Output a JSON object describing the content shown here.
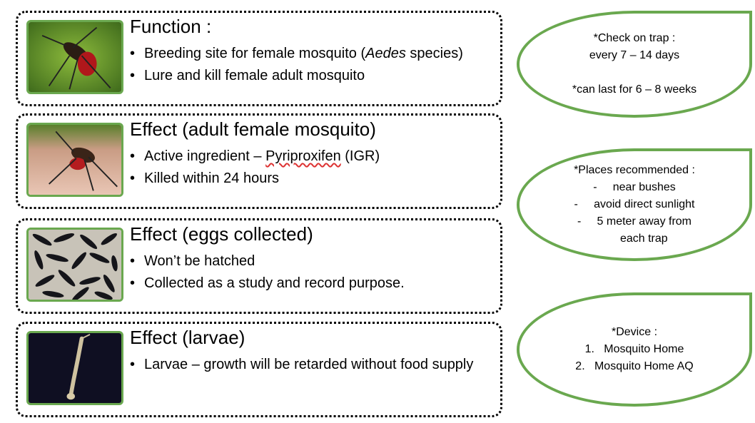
{
  "cards": [
    {
      "title": "Function :",
      "bullets": [
        {
          "pre": "Breeding site for female mosquito (",
          "italic": "Aedes",
          "post": " species)"
        },
        {
          "text": "Lure and kill female adult mosquito"
        }
      ],
      "image_icon": "mosquito-on-leaf-photo"
    },
    {
      "title": "Effect (adult female mosquito)",
      "bullets": [
        {
          "pre": "Active ingredient – ",
          "squiggle": "Pyriproxifen",
          "post": " (IGR)"
        },
        {
          "text": "Killed within 24 hours"
        }
      ],
      "image_icon": "mosquito-on-skin-photo"
    },
    {
      "title": "Effect (eggs collected)",
      "bullets": [
        {
          "text": "Won’t be hatched"
        },
        {
          "text": "Collected as a study and record purpose."
        }
      ],
      "image_icon": "mosquito-eggs-photo"
    },
    {
      "title": "Effect (larvae)",
      "bullets": [
        {
          "text": "Larvae – growth will be retarded without food supply"
        }
      ],
      "image_icon": "mosquito-larva-photo"
    }
  ],
  "leaves": [
    {
      "lines": [
        "*Check on trap :",
        "every 7 – 14 days",
        "",
        "*can last for 6 – 8 weeks"
      ]
    },
    {
      "lines": [
        "*Places recommended :",
        "-     near bushes",
        "-     avoid direct sunlight",
        "-     5 meter away from",
        "      each trap"
      ]
    },
    {
      "lines": [
        "*Device :",
        "1.   Mosquito Home",
        "2.   Mosquito Home AQ"
      ]
    }
  ],
  "colors": {
    "accent_green": "#6aa84f",
    "border": "#000000"
  }
}
